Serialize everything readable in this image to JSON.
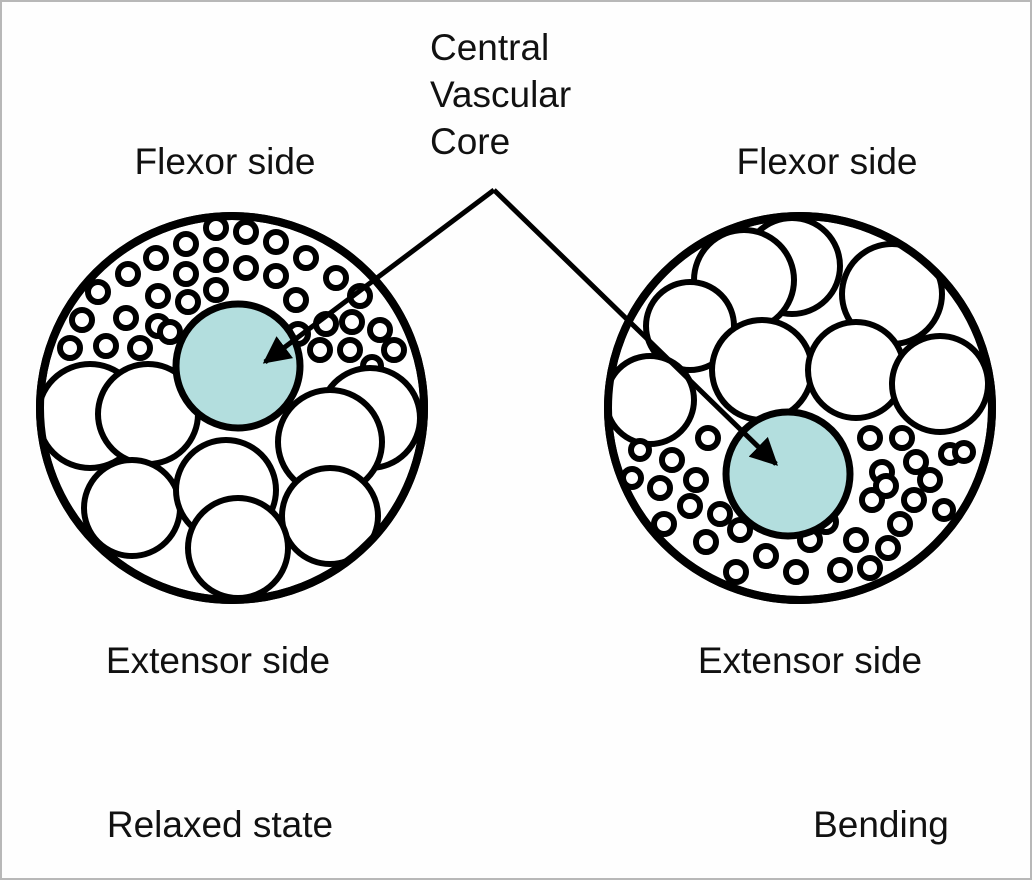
{
  "central_label": {
    "line1": "Central",
    "line2": "Vascular",
    "line3": "Core"
  },
  "left_panel": {
    "top_label": "Flexor side",
    "bottom_label": "Extensor side",
    "state_label": "Relaxed state"
  },
  "right_panel": {
    "top_label": "Flexor side",
    "bottom_label": "Extensor side",
    "state_label": "Bending"
  },
  "colors": {
    "core_fill": "#b3dede",
    "outline": "#000000",
    "cell_fill": "#ffffff"
  }
}
